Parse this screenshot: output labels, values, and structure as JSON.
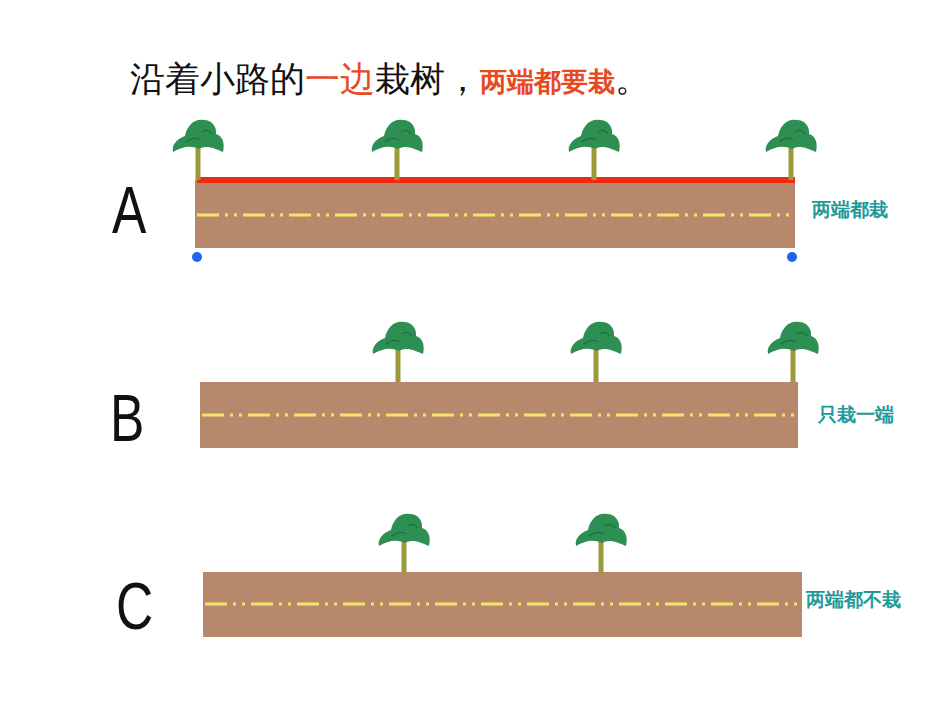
{
  "diagram": {
    "title": "沿着小路的一边栽树，两端都要栽。",
    "labels": [
      "A",
      "两端都栽",
      "B",
      "只栽一端",
      "C",
      "两端都不栽"
    ]
  }
}
